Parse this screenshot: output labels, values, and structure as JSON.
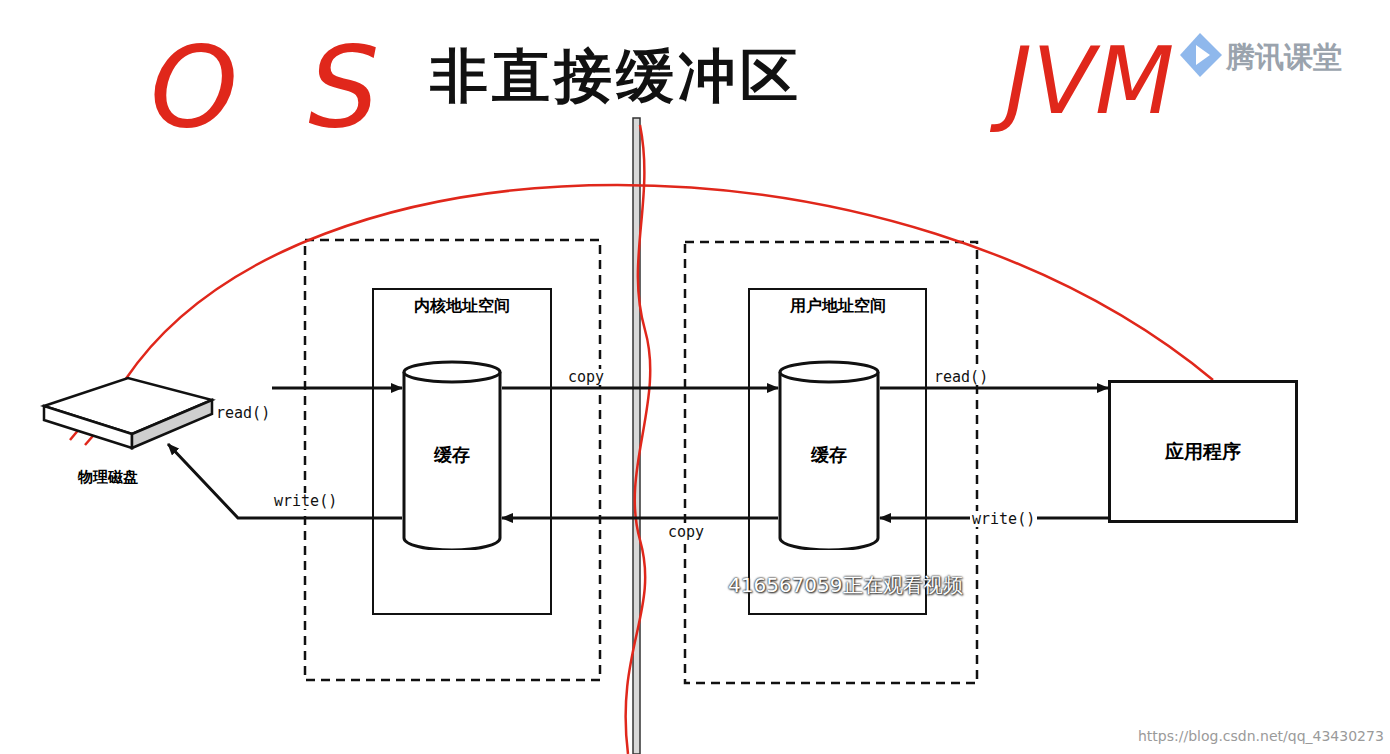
{
  "diagram": {
    "title": "非直接缓冲区",
    "nodes": [
      {
        "text": [
          "物理磁盘"
        ]
      },
      {
        "text": [
          "内核地址空间"
        ]
      },
      {
        "text": [
          "缓存"
        ],
        "in": 1
      },
      {
        "text": [
          "用户地址空间"
        ]
      },
      {
        "text": [
          "缓存"
        ],
        "in": 3
      },
      {
        "text": [
          "应用程序"
        ]
      }
    ],
    "edges": [
      {
        "from": 0,
        "to": 2,
        "label": "read()",
        "arrow": "to"
      },
      {
        "from": 2,
        "to": 4,
        "label": "copy",
        "arrow": "to"
      },
      {
        "from": 4,
        "to": 5,
        "label": "read()",
        "arrow": "to"
      },
      {
        "from": 5,
        "to": 4,
        "label": "write()",
        "arrow": "to"
      },
      {
        "from": 4,
        "to": 2,
        "label": "copy",
        "arrow": "to"
      },
      {
        "from": 2,
        "to": 0,
        "label": "write()",
        "arrow": "to"
      },
      {
        "from": 0,
        "to": 5,
        "arrow": "none"
      }
    ],
    "labels": [
      "OS",
      "JVM",
      "腾讯课堂",
      "416567059正在观看视频",
      "https://blog.csdn.net/qq_43430273"
    ]
  }
}
